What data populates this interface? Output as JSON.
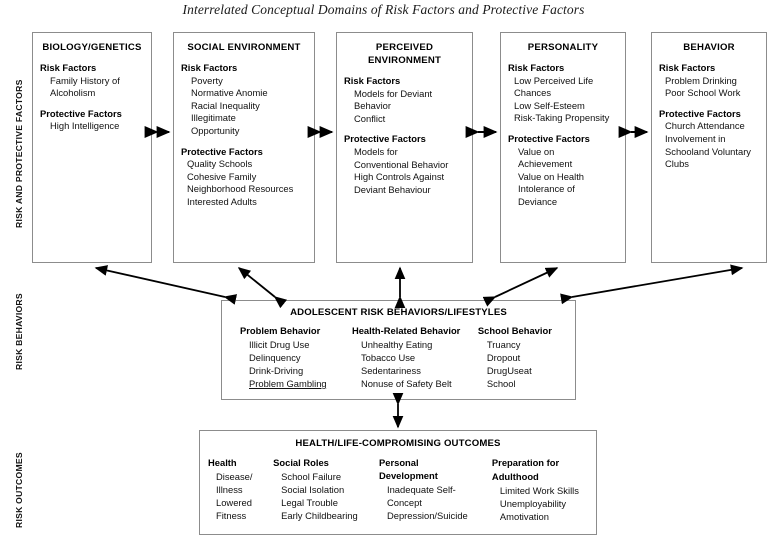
{
  "title": "Interrelated Conceptual Domains of Risk Factors and Protective Factors",
  "axis_labels": {
    "factors": "RISK AND PROTECTIVE FACTORS",
    "behaviors": "RISK BEHAVIORS",
    "outcomes": "RISK OUTCOMES"
  },
  "labels": {
    "risk_factors": "Risk Factors",
    "protective_factors": "Protective Factors",
    "protective_factors_spaced": "Protective  Factors"
  },
  "domains": [
    {
      "id": "biology-genetics",
      "title": "BIOLOGY/GENETICS",
      "title_lines": [
        "BIOLOGY/GENETICS"
      ],
      "risk": [
        "Family History of",
        "Alcoholism"
      ],
      "protective": [
        "High Intelligence"
      ]
    },
    {
      "id": "social-environment",
      "title": "SOCIAL ENVIRONMENT",
      "title_lines": [
        "SOCIAL ENVIRONMENT"
      ],
      "risk": [
        "Poverty",
        "Normative Anomie",
        "Racial Inequality",
        "Illegitimate",
        "Opportunity"
      ],
      "protective": [
        "Quality Schools",
        "Cohesive Family",
        "Neighborhood Resources",
        "Interested Adults"
      ]
    },
    {
      "id": "perceived-environment",
      "title": "PERCEIVED ENVIRONMENT",
      "title_lines": [
        "PERCEIVED",
        "ENVIRONMENT"
      ],
      "risk": [
        "Models for Deviant",
        "Behavior",
        "Conflict"
      ],
      "protective": [
        "Models for",
        "Conventional Behavior",
        "High Controls Against",
        "Deviant Behaviour"
      ]
    },
    {
      "id": "personality",
      "title": "PERSONALITY",
      "title_lines": [
        "PERSONALITY"
      ],
      "risk": [
        "Low Perceived Life",
        "Chances",
        "Low Self-Esteem",
        "Risk-Taking Propensity"
      ],
      "protective": [
        "Value on",
        "Achievement",
        "Value on Health",
        "Intolerance of",
        "Deviance"
      ]
    },
    {
      "id": "behavior",
      "title": "BEHAVIOR",
      "title_lines": [
        "BEHAVIOR"
      ],
      "risk": [
        "Problem Drinking",
        "Poor School Work"
      ],
      "protective": [
        "Church Attendance",
        "Involvement in",
        "Schooland Voluntary",
        "Clubs"
      ]
    }
  ],
  "middle": {
    "title": "ADOLESCENT RISK BEHAVIORS/LIFESTYLES",
    "columns": [
      {
        "heading": "Problem Behavior",
        "items": [
          "Illicit Drug Use",
          "Delinquency",
          "Drink-Driving",
          "Problem Gambling"
        ],
        "underlined": [
          "Problem Gambling"
        ]
      },
      {
        "heading": "Health-Related Behavior",
        "items": [
          "Unhealthy Eating",
          "Tobacco Use",
          "Sedentariness",
          "Nonuse of Safety Belt"
        ],
        "underlined": []
      },
      {
        "heading": "School Behavior",
        "items": [
          "Truancy",
          "Dropout",
          "DrugUseat",
          "School"
        ],
        "underlined": []
      }
    ]
  },
  "bottom": {
    "title": "HEALTH/LIFE-COMPROMISING OUTCOMES",
    "columns": [
      {
        "heading": "Health",
        "heading_lines": [
          "Health"
        ],
        "items": [
          "Disease/",
          "Illness",
          "Lowered",
          "Fitness"
        ]
      },
      {
        "heading": "Social Roles",
        "heading_lines": [
          "Social Roles"
        ],
        "items": [
          "School Failure",
          "Social Isolation",
          "Legal Trouble",
          "Early Childbearing"
        ]
      },
      {
        "heading": "Personal Development",
        "heading_lines": [
          "Personal Development"
        ],
        "items": [
          "Inadequate Self-",
          "Concept",
          "Depression/Suicide"
        ]
      },
      {
        "heading": "Preparation for Adulthood",
        "heading_lines": [
          "Preparation for",
          "Adulthood"
        ],
        "items": [
          "Limited Work Skills",
          "Unemployability",
          "Amotivation"
        ]
      }
    ]
  },
  "colors": {
    "box_border": "#8c8c8c",
    "arrow": "#000000",
    "text": "#000000",
    "background": "#ffffff"
  }
}
